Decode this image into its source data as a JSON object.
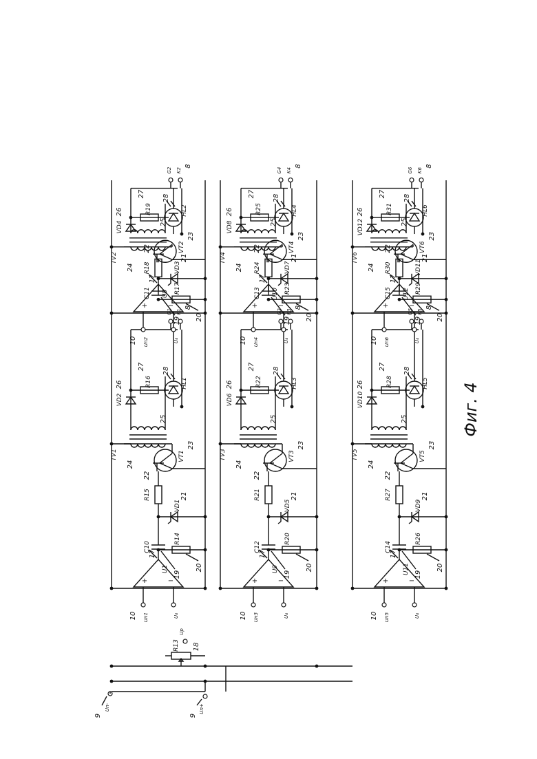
{
  "figure_caption": "Фиг. 4",
  "input_terminals": [
    {
      "num": "9",
      "label": "Uп-"
    },
    {
      "num": "9",
      "label": "Uп+"
    }
  ],
  "bias": {
    "resistor": "R13",
    "terminal_num": "18",
    "terminal_label": "Uр"
  },
  "callouts": {
    "opamp": "17",
    "capacitor": "19",
    "res_a": "20",
    "zener": "21",
    "res_b": "22",
    "transistor": "23",
    "transformer": "24",
    "winding": "25",
    "diode": "26",
    "res_c": "27",
    "led": "28",
    "ref_in": "10",
    "out_pair": "8"
  },
  "stages": [
    {
      "opamp": "U1",
      "ref": "Uп1",
      "sup": "U₄",
      "cap": "C10",
      "ra": "R14",
      "zener": "VD1",
      "rb": "R15",
      "tr": "VT1",
      "tv": "TV1",
      "diode": "VD2",
      "rc": "R16",
      "led": "HL1",
      "out": [
        "G1",
        "K1"
      ]
    },
    {
      "opamp": "U8",
      "ref": "Uп2",
      "sup": "U₄",
      "cap": "C11",
      "ra": "R17",
      "zener": "VD3",
      "rb": "R18",
      "tr": "VT2",
      "tv": "TV2",
      "diode": "VD4",
      "rc": "R19",
      "led": "HL2",
      "out": [
        "G2",
        "K2"
      ]
    },
    {
      "opamp": "U9",
      "ref": "Uп3",
      "sup": "U₄",
      "cap": "C12",
      "ra": "R20",
      "zener": "VD5",
      "rb": "R21",
      "tr": "VT3",
      "tv": "TV3",
      "diode": "VD6",
      "rc": "R22",
      "led": "HL3",
      "out": [
        "G3",
        "K3"
      ]
    },
    {
      "opamp": "U10",
      "ref": "Uп4",
      "sup": "U₄",
      "cap": "C13",
      "ra": "R23",
      "zener": "VD7",
      "rb": "R24",
      "tr": "VT4",
      "tv": "TV4",
      "diode": "VD8",
      "rc": "R25",
      "led": "HL4",
      "out": [
        "G4",
        "K4"
      ]
    },
    {
      "opamp": "U11",
      "ref": "Uп5",
      "sup": "U₄",
      "cap": "C14",
      "ra": "R26",
      "zener": "VD9",
      "rb": "R27",
      "tr": "VT5",
      "tv": "TV5",
      "diode": "VD10",
      "rc": "R28",
      "led": "HL5",
      "out": [
        "G5",
        "K5"
      ]
    },
    {
      "opamp": "U12",
      "ref": "Uп6",
      "sup": "U₄",
      "cap": "C15",
      "ra": "R29",
      "zener": "VD11",
      "rb": "R30",
      "tr": "VT6",
      "tv": "TV6",
      "diode": "VD12",
      "rc": "R31",
      "led": "HL6",
      "out": [
        "G6",
        "K6"
      ]
    }
  ]
}
